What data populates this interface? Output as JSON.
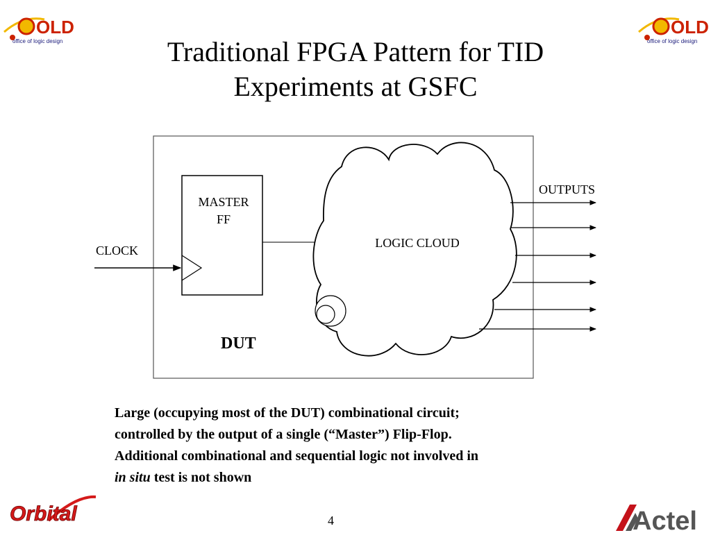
{
  "slide": {
    "title_line1": "Traditional FPGA Pattern for TID",
    "title_line2": "Experiments at GSFC",
    "page_number": "4"
  },
  "diagram": {
    "dut_label": "DUT",
    "master_ff_label_line1": "MASTER",
    "master_ff_label_line2": "FF",
    "clock_label": "CLOCK",
    "logic_cloud_label": "LOGIC CLOUD",
    "outputs_label": "OUTPUTS",
    "output_count": 6
  },
  "description": {
    "line1": "Large (occupying most of the DUT) combinational circuit;",
    "line2": "controlled by the output of a single (“Master”) Flip-Flop.",
    "line3": "Additional combinational and sequential logic not involved in",
    "line4_italic": "in situ",
    "line4_rest": " test is not shown"
  },
  "logos": {
    "old_text": "OLD",
    "old_subtext": "office of logic design",
    "orbital_text": "Orbital",
    "actel_text": "Actel",
    "colors": {
      "old_red": "#cc2200",
      "old_yellow": "#f2b800",
      "orbital_red": "#d41a1a",
      "actel_red": "#c4121a",
      "actel_gray": "#555555"
    }
  }
}
